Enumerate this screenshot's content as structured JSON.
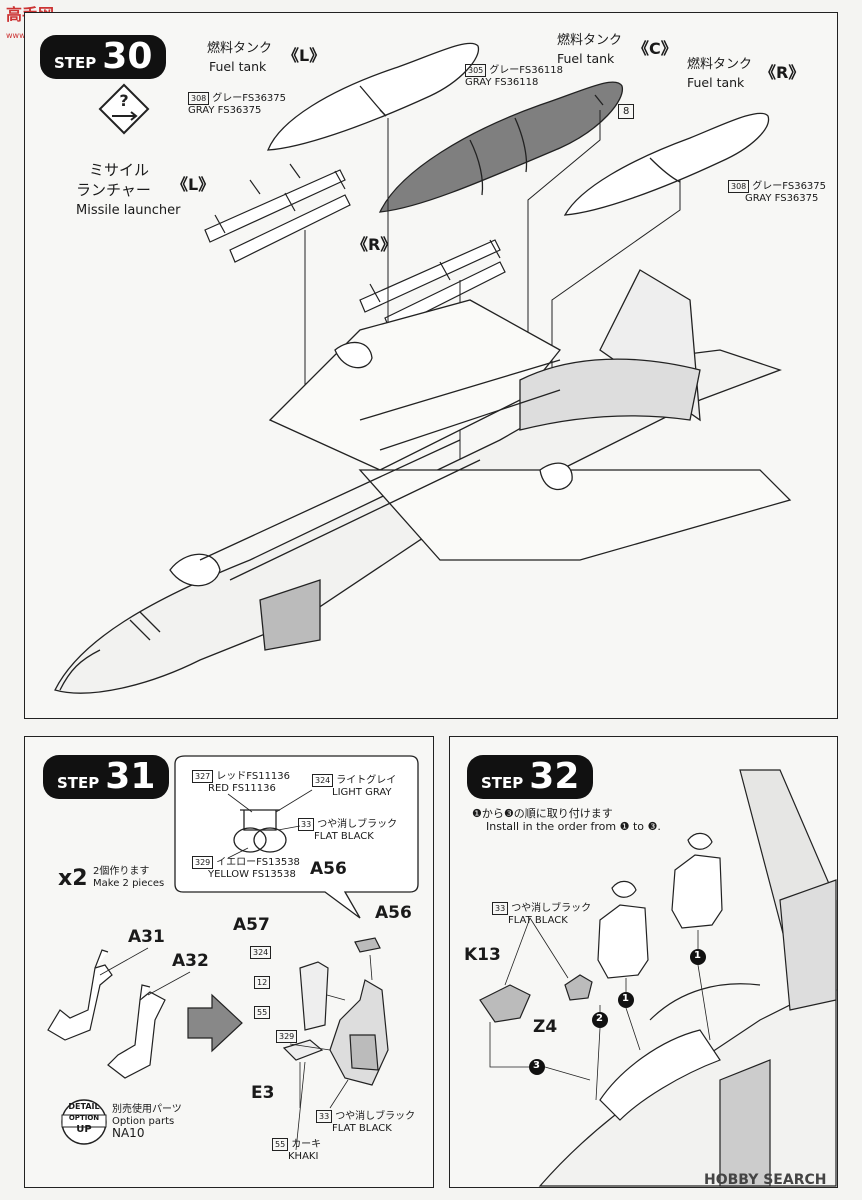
{
  "watermark_top": {
    "site": "高手网",
    "url": "www.gaoshou.com.cn"
  },
  "watermark_bottom": "HOBBY SEARCH",
  "step30": {
    "step_word": "STEP",
    "number": "30",
    "fuel_tank_L": {
      "jp": "燃料タンク",
      "en": "Fuel tank",
      "tag": "《L》",
      "paint_code": "308",
      "paint_jp": "グレーFS36375",
      "paint_en": "GRAY FS36375"
    },
    "fuel_tank_C": {
      "jp": "燃料タンク",
      "en": "Fuel tank",
      "tag": "《C》",
      "paint_code": "305",
      "paint_jp": "グレーFS36118",
      "paint_en": "GRAY FS36118",
      "part_ref": "8"
    },
    "fuel_tank_R": {
      "jp": "燃料タンク",
      "en": "Fuel tank",
      "tag": "《R》",
      "paint_code": "308",
      "paint_jp": "グレーFS36375",
      "paint_en": "GRAY FS36375"
    },
    "launcher_L": {
      "jp1": "ミサイル",
      "jp2": "ランチャー",
      "en": "Missile launcher",
      "tag": "《L》"
    },
    "launcher_R": {
      "tag": "《R》"
    }
  },
  "step31": {
    "step_word": "STEP",
    "number": "31",
    "callout": {
      "red": {
        "code": "327",
        "jp": "レッドFS11136",
        "en": "RED FS11136"
      },
      "light_gray": {
        "code": "324",
        "jp": "ライトグレイ",
        "en": "LIGHT GRAY"
      },
      "flat_black": {
        "code": "33",
        "jp": "つや消しブラック",
        "en": "FLAT BLACK"
      },
      "yellow": {
        "code": "329",
        "jp": "イエローFS13538",
        "en": "YELLOW FS13538"
      },
      "part": "A56"
    },
    "multiplier": "x2",
    "make_jp": "2個作ります",
    "make_en": "Make 2 pieces",
    "parts": {
      "a31": "A31",
      "a32": "A32",
      "a57": "A57",
      "a56": "A56",
      "e3": "E3"
    },
    "codes": {
      "c324": "324",
      "c12": "12",
      "c55": "55",
      "c329": "329"
    },
    "seat_black": {
      "code": "33",
      "jp": "つや消しブラック",
      "en": "FLAT BLACK"
    },
    "khaki": {
      "code": "55",
      "jp": "カーキ",
      "en": "KHAKI"
    },
    "detail": {
      "top": "DETAIL",
      "mid": "OPTION",
      "bot": "UP"
    },
    "option_jp": "別売使用パーツ",
    "option_en": "Option parts",
    "option_part": "NA10"
  },
  "step32": {
    "step_word": "STEP",
    "number": "32",
    "order_jp": "❶から❸の順に取り付けます",
    "order_en": "Install in the order from ❶ to ❸.",
    "paint": {
      "code": "33",
      "jp": "つや消しブラック",
      "en": "FLAT BLACK"
    },
    "parts": {
      "k13": "K13",
      "z4": "Z4"
    },
    "steps": {
      "s1a": "1",
      "s1b": "1",
      "s2": "2",
      "s3": "3"
    }
  }
}
